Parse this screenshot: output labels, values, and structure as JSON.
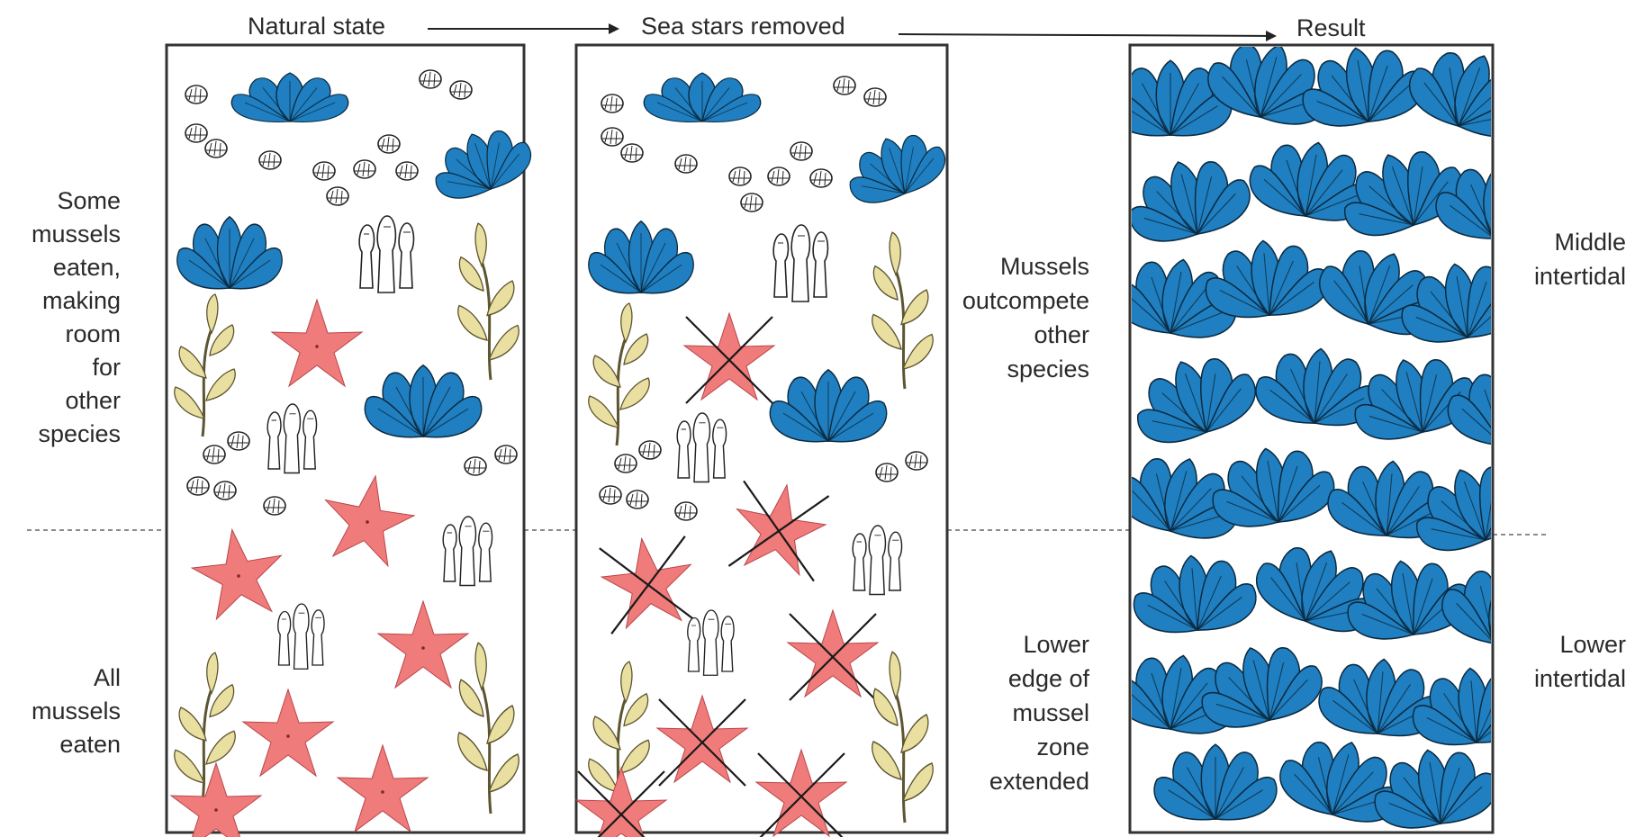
{
  "header": {
    "natural_state": "Natural state",
    "sea_stars_removed": "Sea stars removed",
    "result": "Result"
  },
  "left_labels": {
    "upper": [
      "Some",
      "mussels",
      "eaten,",
      "making",
      "room",
      "for",
      "other",
      "species"
    ],
    "lower": [
      "All",
      "mussels",
      "eaten"
    ]
  },
  "middle_labels": {
    "upper": [
      "Mussels",
      "outcompete",
      "other",
      "species"
    ],
    "lower": [
      "Lower",
      "edge of",
      "mussel",
      "zone",
      "extended"
    ]
  },
  "right_labels": {
    "upper": [
      "Middle",
      "intertidal"
    ],
    "lower": [
      "Lower",
      "intertidal"
    ]
  },
  "colors": {
    "mussel": "#1f7fc0",
    "sea_star": "#f07b7b",
    "seaweed": "#e9dfa0"
  },
  "icons": [
    "mussel-cluster-icon",
    "sea-star-icon",
    "barnacle-icon",
    "anemone-icon",
    "seaweed-icon",
    "removed-x-icon"
  ]
}
